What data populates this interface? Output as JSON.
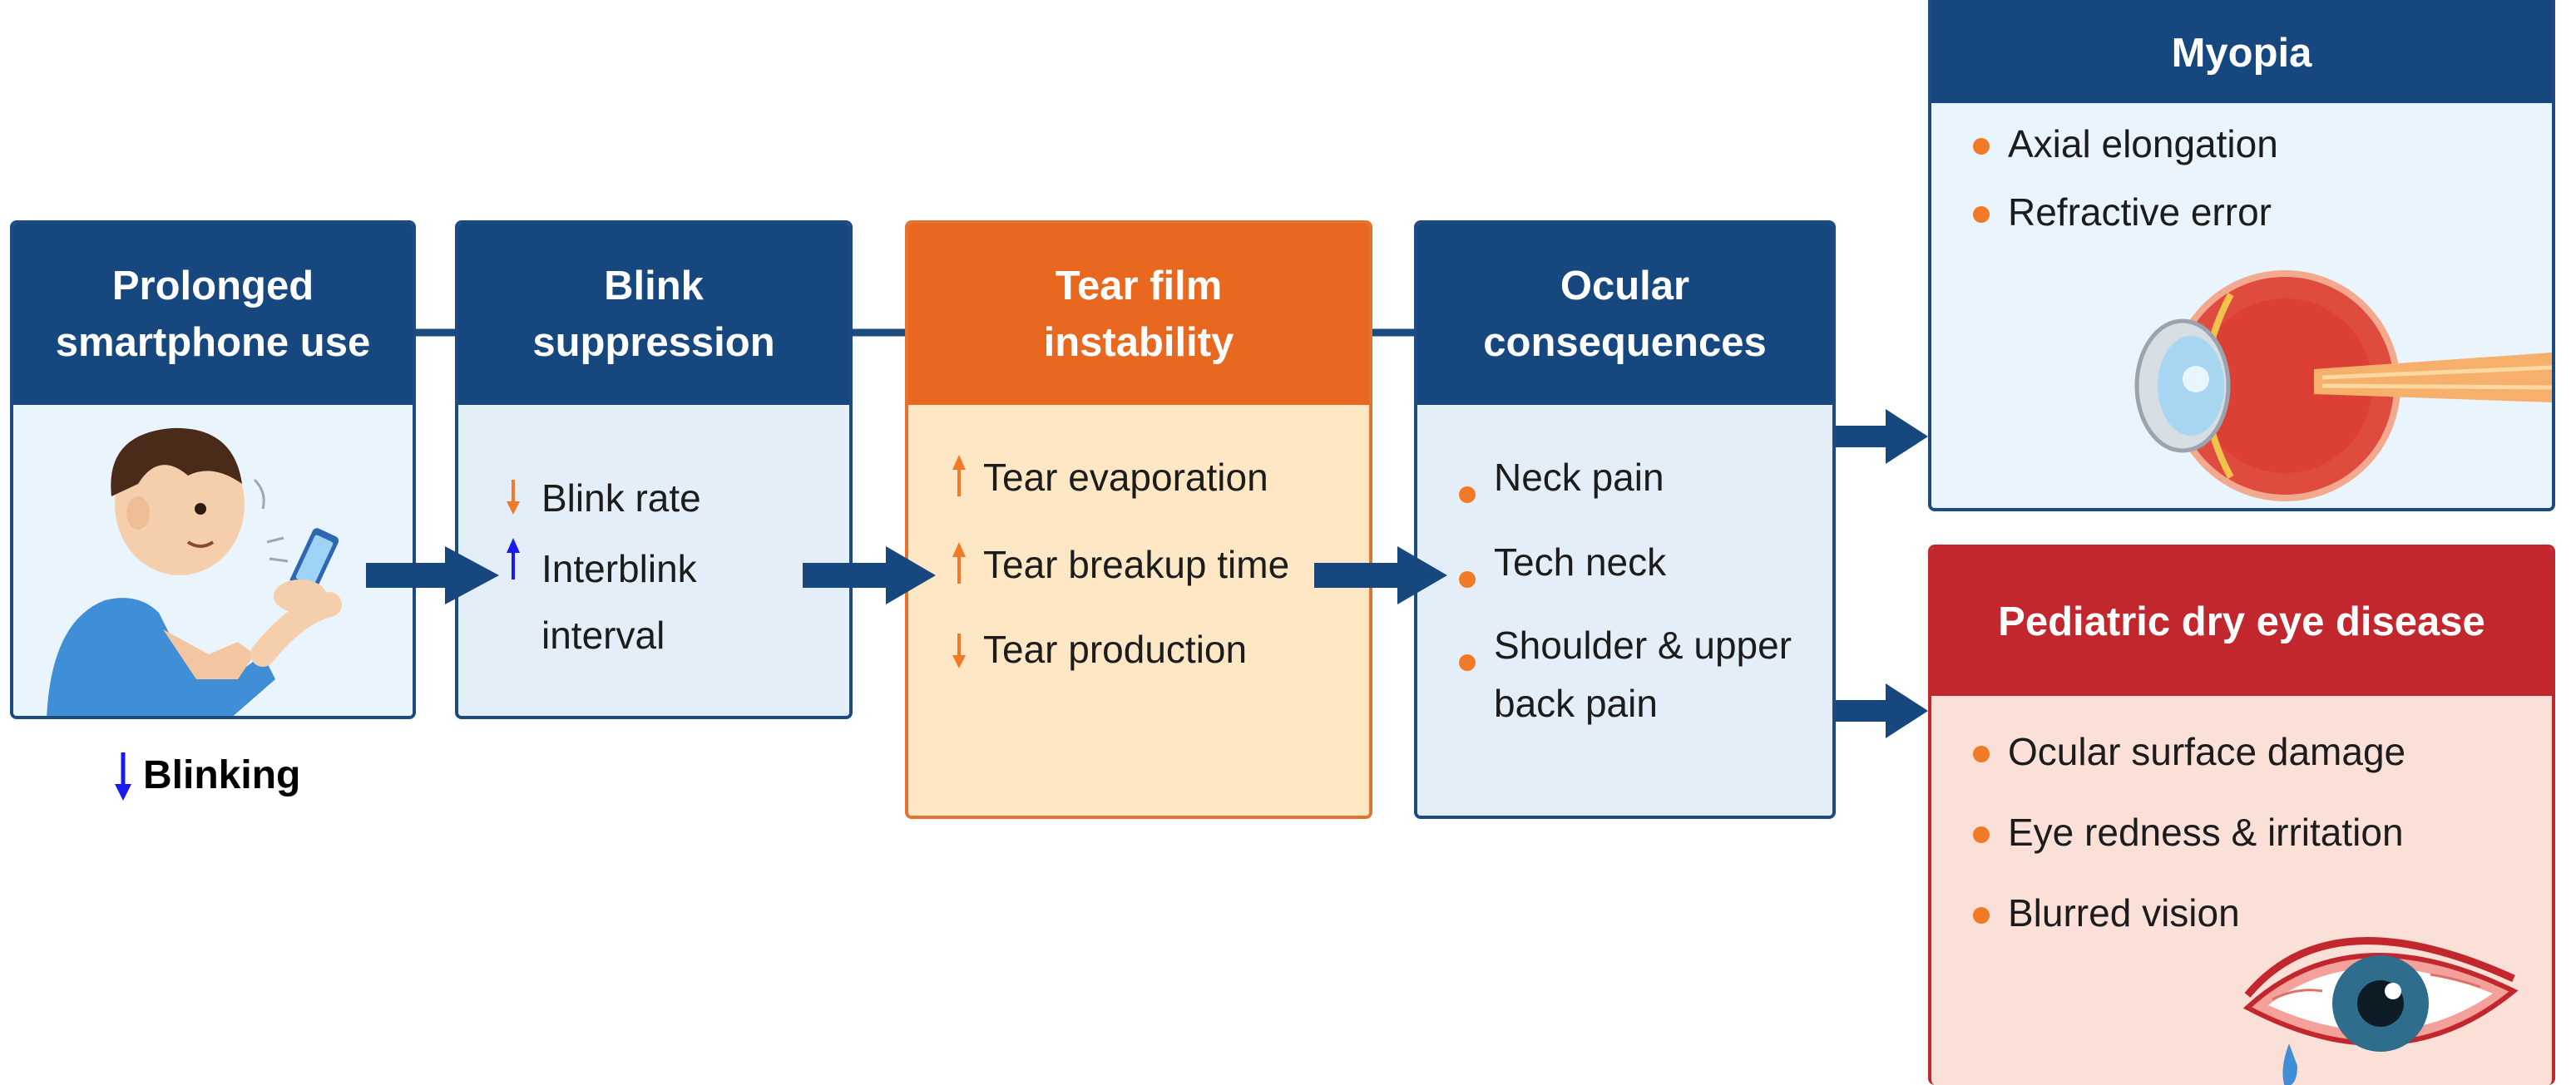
{
  "boxes": {
    "smartphone": {
      "title_lines": [
        "Prolonged",
        "smartphone use"
      ]
    },
    "blink": {
      "title_lines": [
        "Blink",
        "suppression"
      ],
      "items": [
        {
          "dir": "down",
          "text": "Blink rate"
        },
        {
          "dir": "up",
          "text": "Interblink"
        }
      ],
      "item_cont": "interval"
    },
    "tear": {
      "title_lines": [
        "Tear film",
        "instability"
      ],
      "items": [
        {
          "dir": "up",
          "text": "Tear evaporation"
        },
        {
          "dir": "up",
          "text": "Tear breakup time"
        },
        {
          "dir": "down",
          "text": "Tear production"
        }
      ]
    },
    "ocular": {
      "title_lines": [
        "Ocular",
        "consequences"
      ],
      "items": [
        "Neck pain",
        "Tech neck",
        "Shoulder & upper"
      ],
      "item_cont": "back pain"
    },
    "myopia": {
      "title": "Myopia",
      "items": [
        "Axial elongation",
        "Refractive error"
      ]
    },
    "dry_eye": {
      "title": "Pediatric dry eye disease",
      "items": [
        "Ocular surface damage",
        "Eye redness & irritation",
        "Blurred vision"
      ]
    }
  },
  "blinking_label": "Blinking",
  "colors": {
    "navy": "#16477f",
    "orange_header": "#e8681f",
    "red_header": "#c1272d",
    "bullet": "#f07a25",
    "down_arrow_blue": "#1a1aee",
    "tear_body": "#fde7c4"
  }
}
